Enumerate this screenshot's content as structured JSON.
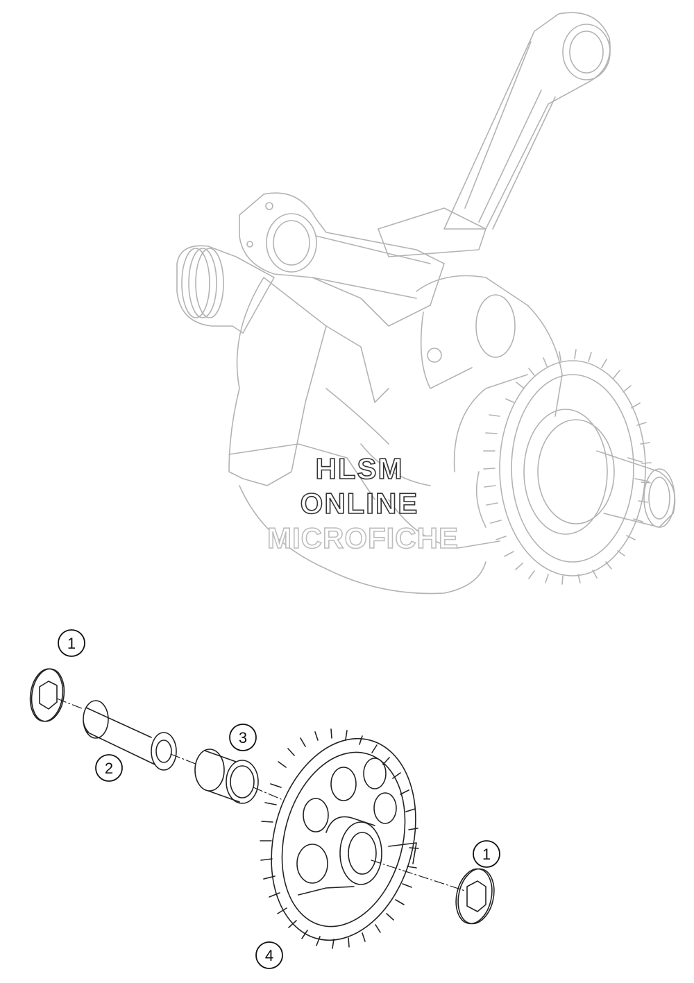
{
  "colors": {
    "background": "#ffffff",
    "ghost_line": "#b3b3b3",
    "part_line": "#222222",
    "watermark_primary": "#333333",
    "watermark_secondary": "#bdbdbd"
  },
  "watermark": {
    "line1": "HLSM",
    "line2": "ONLINE",
    "line3": "MICROFICHE"
  },
  "callouts": [
    {
      "id": "callout-1-left",
      "number": "1"
    },
    {
      "id": "callout-2",
      "number": "2"
    },
    {
      "id": "callout-3",
      "number": "3"
    },
    {
      "id": "callout-1-right",
      "number": "1"
    },
    {
      "id": "callout-4",
      "number": "4"
    }
  ]
}
